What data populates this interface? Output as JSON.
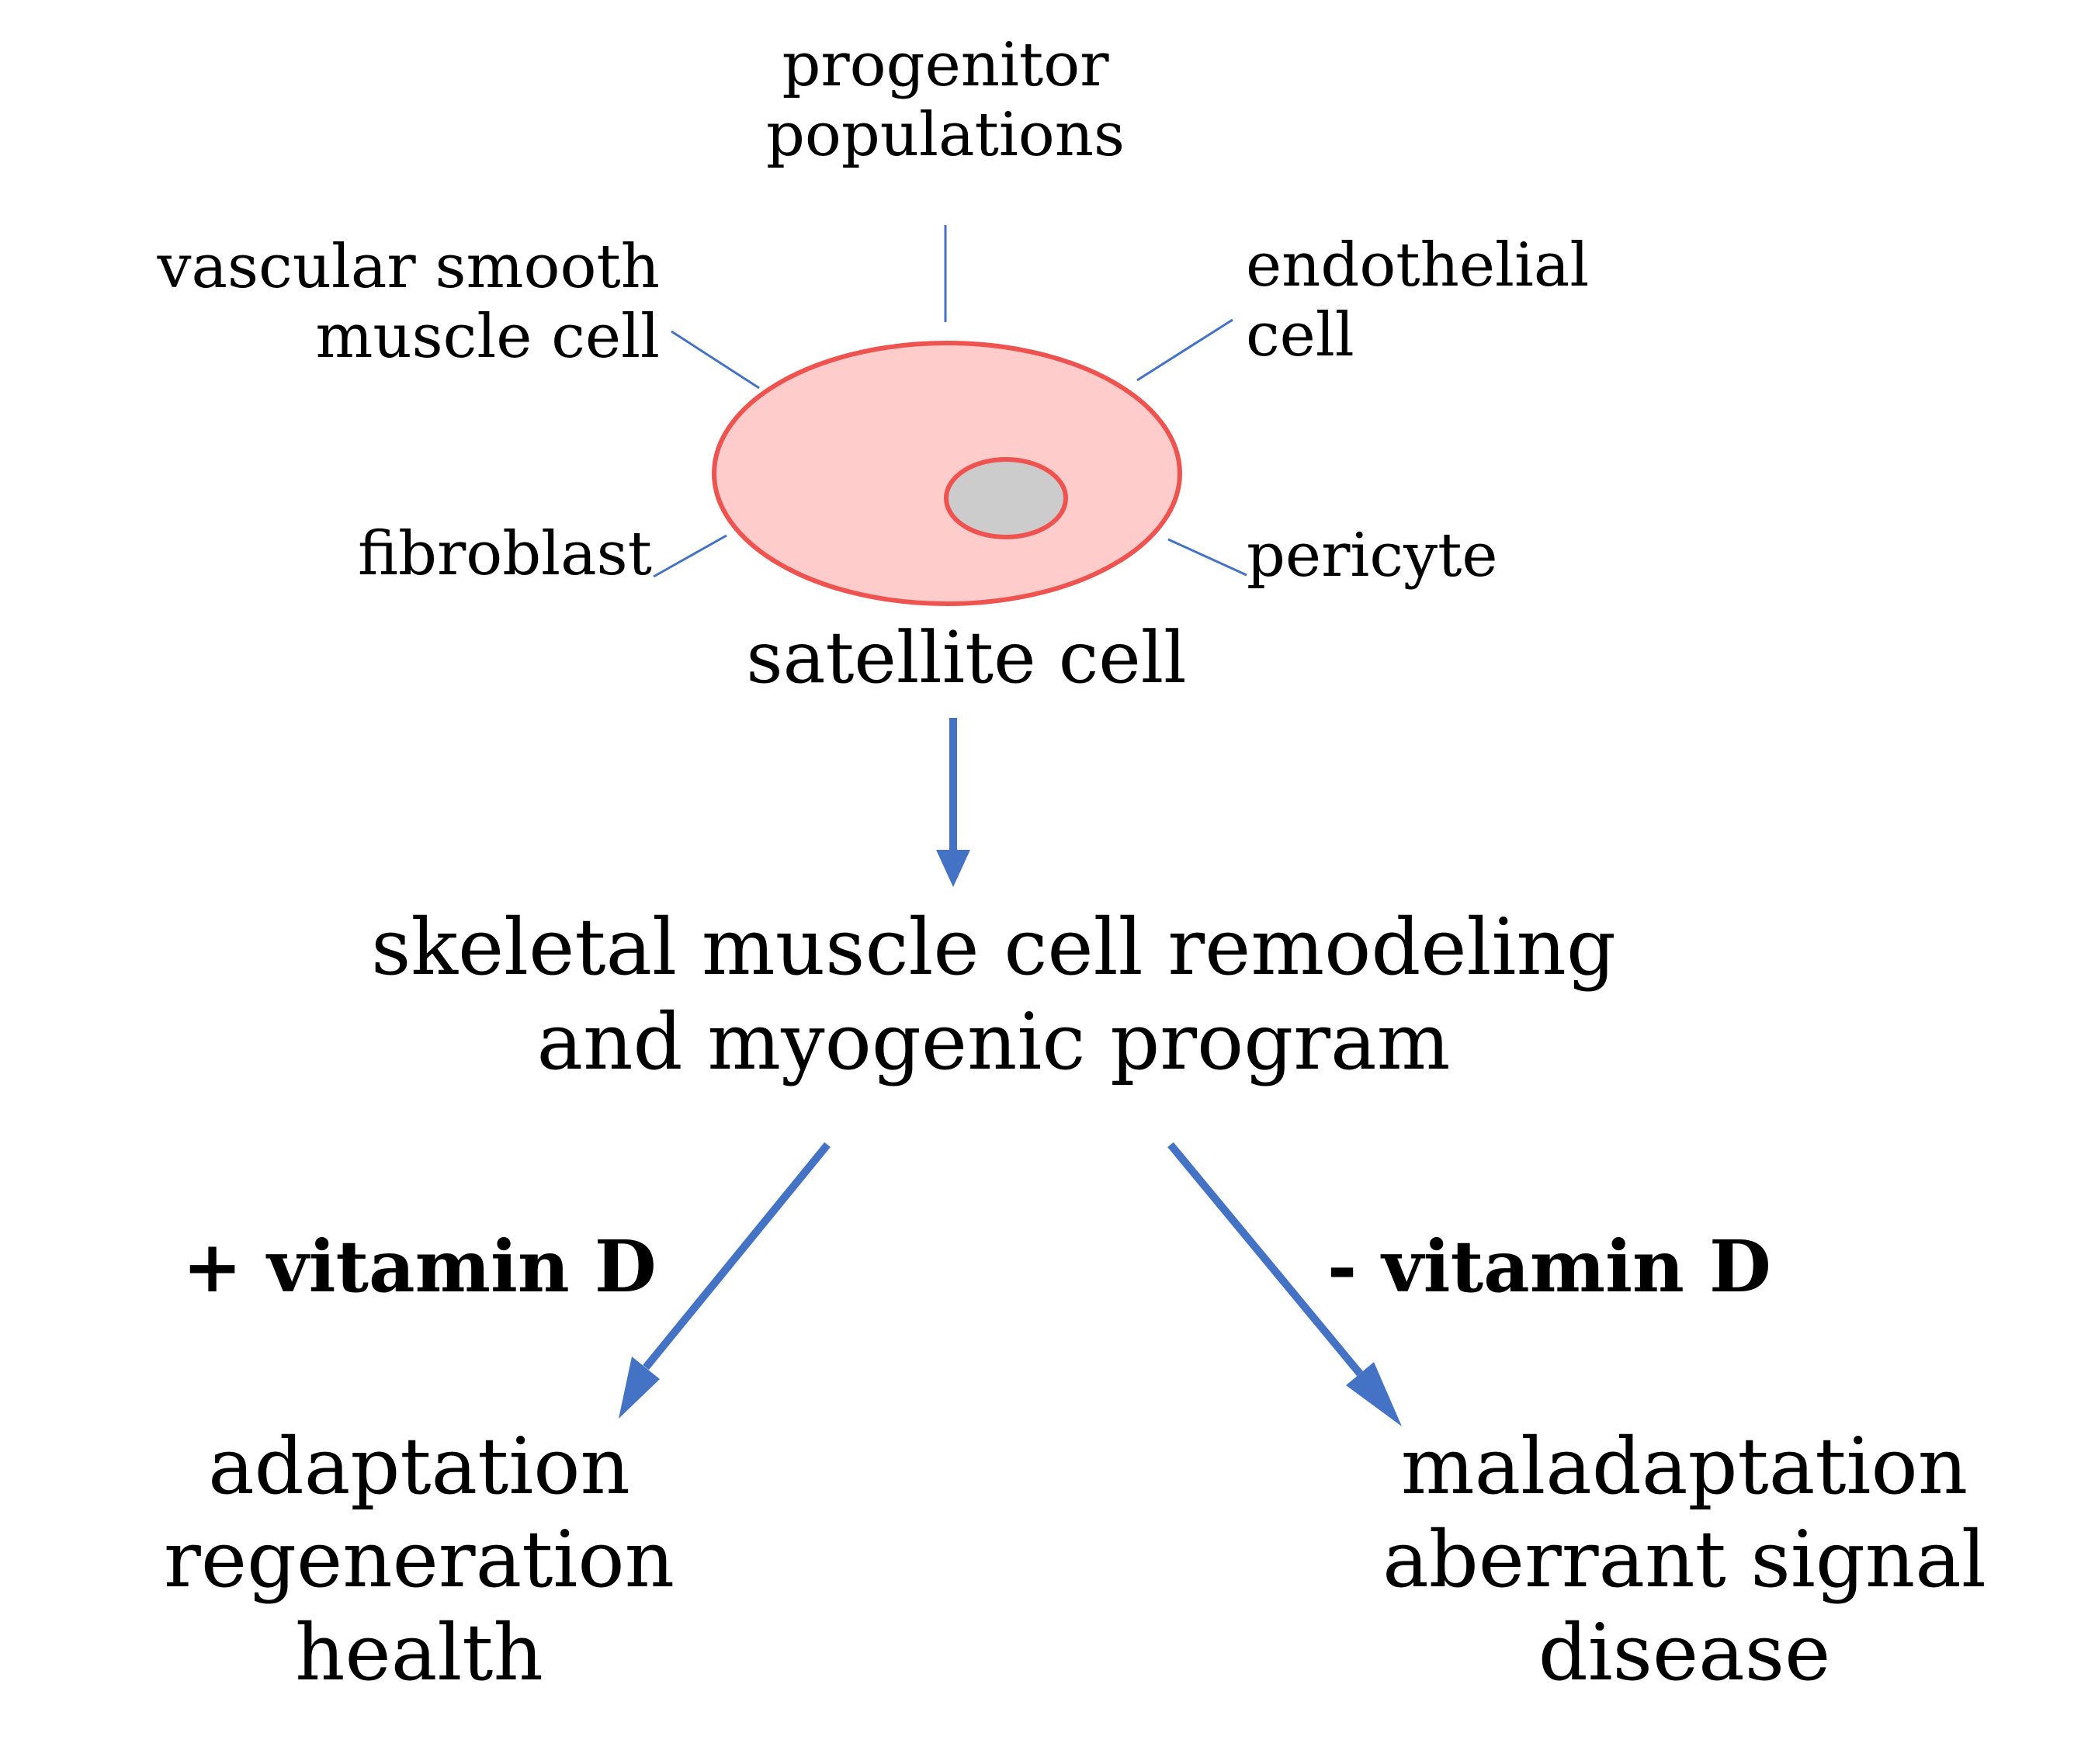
{
  "colors": {
    "cell_fill": "#ffcccc",
    "cell_stroke": "#ef5350",
    "nucleus_fill": "#cccccc",
    "arrow": "#4472c4",
    "connector": "#4472c4",
    "text": "#000000"
  },
  "labels": {
    "progenitor": [
      "progenitor",
      "populations"
    ],
    "vascular": [
      "vascular smooth",
      "muscle cell"
    ],
    "endothelial": [
      "endothelial",
      "cell"
    ],
    "fibroblast": "fibroblast",
    "pericyte": "pericyte",
    "satellite": "satellite cell",
    "remodeling": [
      "skeletal muscle cell remodeling",
      "and myogenic program"
    ],
    "plus_vitd": "+ vitamin D",
    "minus_vitd": "- vitamin D",
    "positive_outcomes": [
      "adaptation",
      "regeneration",
      "health"
    ],
    "negative_outcomes": [
      "maladaptation",
      "aberrant signal",
      "disease"
    ]
  }
}
